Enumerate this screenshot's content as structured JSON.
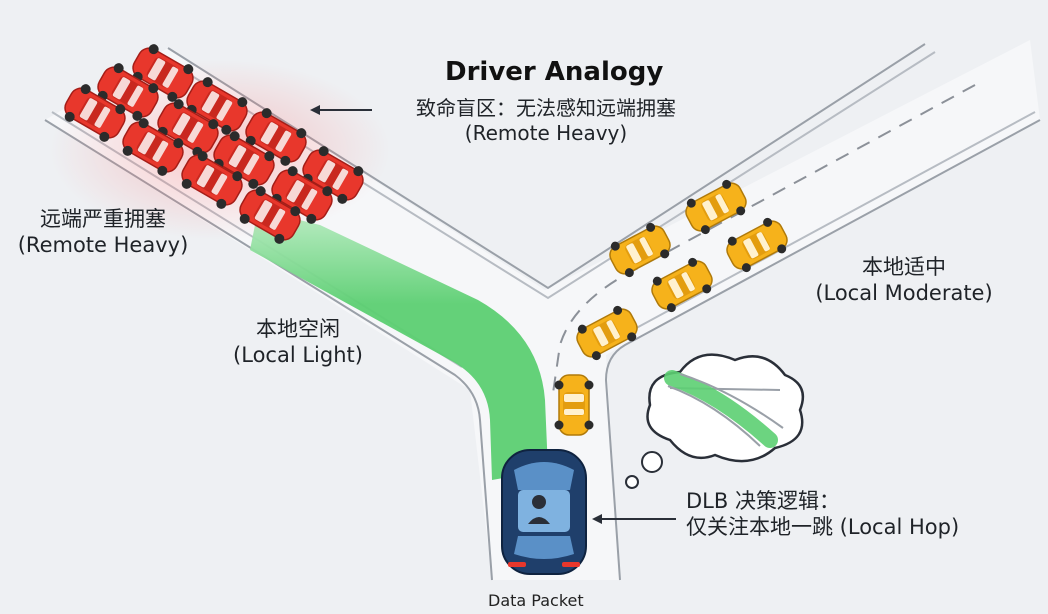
{
  "title": "Driver Analogy",
  "annotations": {
    "blind_spot_line1": "致命盲区：无法感知远端拥塞",
    "blind_spot_line2": "(Remote Heavy)",
    "remote_heavy_line1": "远端严重拥塞",
    "remote_heavy_line2": "(Remote Heavy)",
    "local_light_line1": "本地空闲",
    "local_light_line2": "(Local Light)",
    "local_moderate_line1": "本地适中",
    "local_moderate_line2": "(Local Moderate)",
    "dlb_line1": "DLB 决策逻辑：",
    "dlb_line2": "仅关注本地一跳 (Local Hop)",
    "packet_label": "Data Packet"
  },
  "colors": {
    "congested_car": "#e8372c",
    "moderate_car": "#f6b21b",
    "packet_car": "#1f3f6b",
    "chosen_path": "#5ccf72",
    "road_edge": "#9aa0a8"
  },
  "icons": [
    "arrow-left-icon",
    "thought-bubble-icon",
    "driver-icon"
  ]
}
